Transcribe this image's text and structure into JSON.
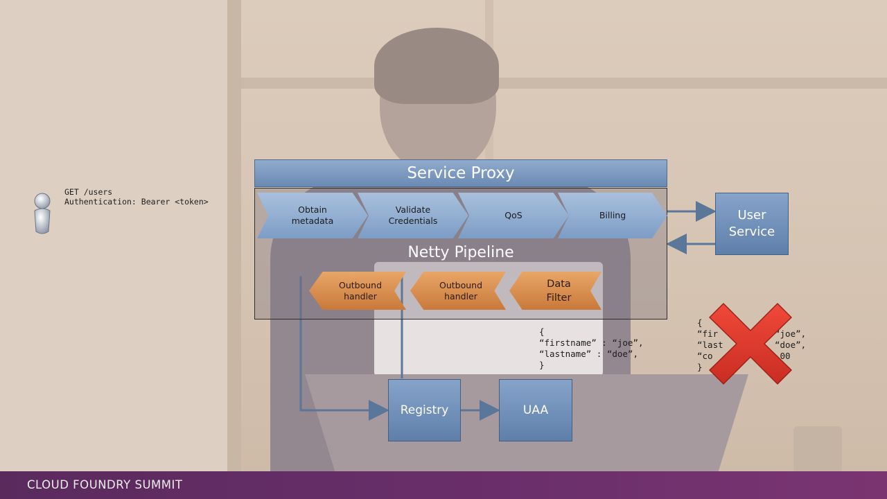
{
  "request": {
    "line1": "GET /users",
    "line2": "Authentication: Bearer <token>"
  },
  "proxy": {
    "title": "Service Proxy",
    "pipeline_label": "Netty Pipeline",
    "inbound": [
      {
        "line1": "Obtain",
        "line2": "metadata"
      },
      {
        "line1": "Validate",
        "line2": "Credentials"
      },
      {
        "line1": "QoS",
        "line2": ""
      },
      {
        "line1": "Billing",
        "line2": ""
      }
    ],
    "outbound": [
      {
        "line1": "Outbound",
        "line2": "handler"
      },
      {
        "line1": "Outbound",
        "line2": "handler"
      },
      {
        "line1": "Data",
        "line2": "Filter"
      }
    ]
  },
  "services": {
    "user_service": {
      "line1": "User",
      "line2": "Service"
    },
    "registry": "Registry",
    "uaa": "UAA"
  },
  "filtered_json": {
    "line1": "{",
    "line2": "“firstname” : “joe”,",
    "line3": "“lastname” : “doe”,",
    "line4": "}"
  },
  "rejected_json": {
    "line1": "{",
    "line2": "“fir",
    "line2b": "“joe”,",
    "line3": "“last",
    "line3b": "“doe”,",
    "line4": "“co",
    "line4b": ".00",
    "line5": "}"
  },
  "footer": {
    "text": "CLOUD FOUNDRY SUMMIT"
  },
  "colors": {
    "proxy_blue": "#6b8ab3",
    "handler_orange": "#d68a48",
    "reject_red": "#e23a2c",
    "footer_purple": "#6b2f6c"
  },
  "icons": {
    "client": "user-icon",
    "reject": "red-x-icon"
  }
}
